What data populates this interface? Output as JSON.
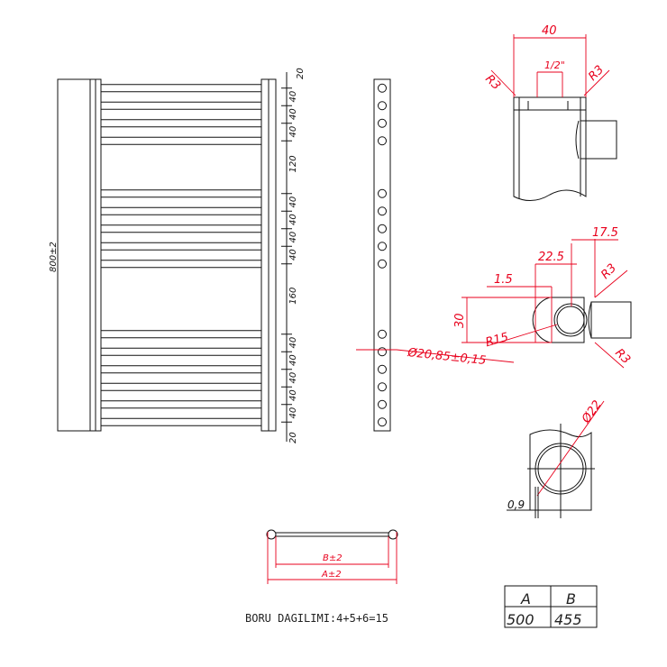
{
  "front_view": {
    "overall_height": "800±2",
    "top_margin": "20",
    "bottom_margin": "20",
    "spacings": [
      "40",
      "40",
      "40",
      "120",
      "40",
      "40",
      "40",
      "40",
      "160",
      "40",
      "40",
      "40",
      "40",
      "40"
    ]
  },
  "detail_top": {
    "width": "40",
    "thread": "1/2\"",
    "radius_left": "R3",
    "radius_right": "R3"
  },
  "detail_mid": {
    "d1": "17.5",
    "d2": "22.5",
    "d3": "1.5",
    "height": "30",
    "radius": "R15",
    "radius_b": "R3",
    "radius_c": "R3"
  },
  "hole_diameter": "Ø20,85±0,15",
  "detail_bottom": {
    "diameter": "Ø22",
    "wall": "0,9"
  },
  "plan_view": {
    "inner": "B±2",
    "outer": "A±2"
  },
  "caption": "BORU DAGILIMI:4+5+6=15",
  "table": {
    "headers": [
      "A",
      "B"
    ],
    "values": [
      "500",
      "455"
    ]
  }
}
